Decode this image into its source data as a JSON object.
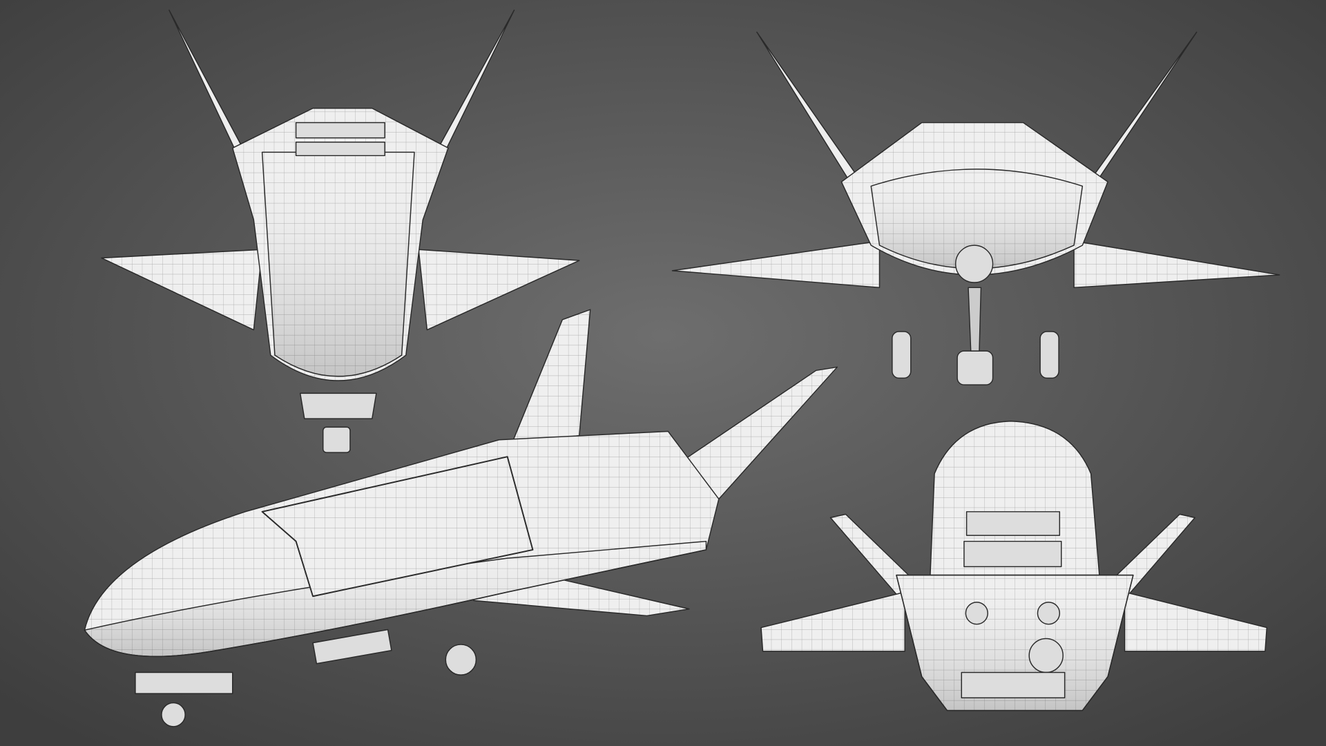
{
  "scene": {
    "subject": "spaceplane-wireframe-render",
    "views": [
      "top",
      "front",
      "perspective",
      "rear"
    ],
    "colors": {
      "background_center": "#6e6e6e",
      "background_edge": "#3e3e3e",
      "model_fill": "#efefef",
      "model_shade": "#cfcfcf",
      "wire": "#8a8a8a",
      "outline": "#2a2a2a"
    }
  }
}
